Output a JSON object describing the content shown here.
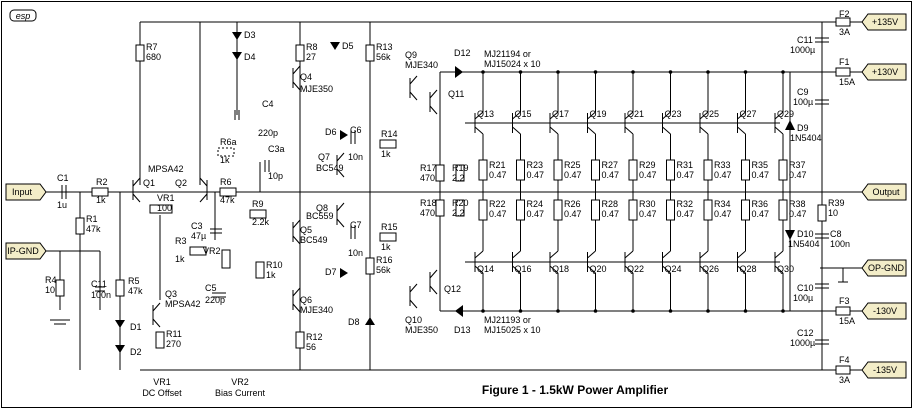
{
  "logo": {
    "text": "esp"
  },
  "figure_title": "Figure 1 - 1.5kW Power Amplifier",
  "notes": {
    "vr1": [
      "VR1",
      "DC Offset"
    ],
    "vr2": [
      "VR2",
      "Bias Current"
    ]
  },
  "terminals": {
    "input": "Input",
    "ip_gnd": "IP-GND",
    "output": "Output",
    "op_gnd": "OP-GND",
    "p135": "+135V",
    "p130": "+130V",
    "m130": "-130V",
    "m135": "-135V"
  },
  "output_devices": {
    "npn": [
      "MJ21194 or",
      "MJ15024 x 10"
    ],
    "pnp": [
      "MJ21193 or",
      "MJ15025 x 10"
    ]
  },
  "labels": {
    "F2": "F2",
    "F2v": "3A",
    "F1": "F1",
    "F1v": "15A",
    "F3": "F3",
    "F3v": "15A",
    "F4": "F4",
    "F4v": "3A",
    "C11": "C11",
    "C11v": "1000µ",
    "C9": "C9",
    "C9v": "100µ",
    "C10": "C10",
    "C10v": "100µ",
    "C12": "C12",
    "C12v": "1000µ",
    "C8": "C8",
    "C8v": "100n",
    "R39": "R39",
    "R39v": "10",
    "D9": "D9",
    "D9v": "1N5404",
    "D10": "D10",
    "D10v": "1N5404",
    "R7": "R7",
    "R7v": "680",
    "D3": "D3",
    "D4": "D4",
    "R8": "R8",
    "R8v": "27",
    "D5": "D5",
    "R13": "R13",
    "R13v": "56k",
    "Q9": "Q9",
    "Q9v": "MJE340",
    "D12": "D12",
    "Q11": "Q11",
    "Q4": "Q4",
    "Q4v": "MJE350",
    "C4": "C4",
    "C4v": "220p",
    "D6": "D6",
    "C6": "C6",
    "C6v": "10n",
    "R14": "R14",
    "R14v": "1k",
    "Q7": "Q7",
    "Q7v": "BC549",
    "R17": "R17",
    "R17v": "470",
    "R19": "R19",
    "R19v": "2.2",
    "R6a": "R6a",
    "R6av": "1k",
    "C3a": "C3a",
    "C3av": "10p",
    "MPSA42": "MPSA42",
    "Q1": "Q1",
    "Q2": "Q2",
    "C1": "C1",
    "C1v": "1u",
    "R2": "R2",
    "R2v": "1k",
    "VR1": "VR1",
    "VR1v": "100",
    "R6": "R6",
    "R6v": "47k",
    "R1": "R1",
    "R1v": "47k",
    "C3": "C3",
    "C3v": "47µ",
    "R9": "R9",
    "R9v": "2.2k",
    "Q5": "Q5",
    "Q5v": "BC549",
    "Q8": "Q8",
    "Q8v": "BC559",
    "C7": "C7",
    "C7v": "10n",
    "R15": "R15",
    "R15v": "1k",
    "R18": "R18",
    "R18v": "470",
    "R20": "R20",
    "R20v": "2.2",
    "R3": "R3",
    "R3v": "1k",
    "VR2": "VR2",
    "R10": "R10",
    "R10v": "1k",
    "R4": "R4",
    "R4v": "10",
    "C11b": "C11",
    "C11bv": "100n",
    "R5": "R5",
    "R5v": "47k",
    "Q3": "Q3",
    "Q3v": "MPSA42",
    "C5": "C5",
    "C5v": "220p",
    "Q6": "Q6",
    "Q6v": "MJE340",
    "D7": "D7",
    "R16": "R16",
    "R16v": "56k",
    "D8": "D8",
    "Q12": "Q12",
    "Q10": "Q10",
    "Q10v": "MJE350",
    "D13": "D13",
    "D1": "D1",
    "D2": "D2",
    "R11": "R11",
    "R11v": "270",
    "R12": "R12",
    "R12v": "56"
  },
  "upper_transistors": [
    "Q13",
    "Q15",
    "Q17",
    "Q19",
    "Q21",
    "Q23",
    "Q25",
    "Q27",
    "Q29"
  ],
  "lower_transistors": [
    "Q14",
    "Q16",
    "Q18",
    "Q20",
    "Q22",
    "Q24",
    "Q26",
    "Q28",
    "Q30"
  ],
  "upper_resistors": [
    "R21",
    "R23",
    "R25",
    "R27",
    "R29",
    "R31",
    "R33",
    "R35",
    "R37"
  ],
  "lower_resistors": [
    "R22",
    "R24",
    "R26",
    "R28",
    "R30",
    "R32",
    "R34",
    "R36",
    "R38"
  ],
  "emitter_value": "0.47"
}
